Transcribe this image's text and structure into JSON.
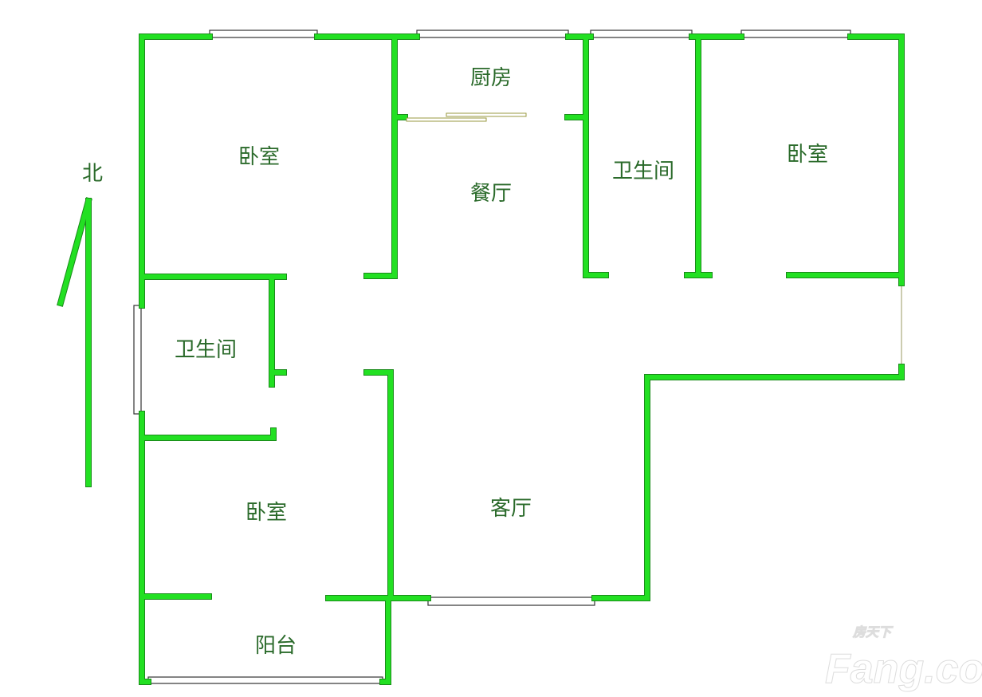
{
  "rooms": {
    "bedroom_nw": "卧室",
    "kitchen": "厨房",
    "dining": "餐厅",
    "bathroom_n": "卫生间",
    "bedroom_ne": "卧室",
    "bathroom_w": "卫生间",
    "bedroom_sw": "卧室",
    "living": "客厅",
    "balcony": "阳台"
  },
  "compass": {
    "north": "北"
  },
  "watermark": {
    "brand": "Fang.com",
    "chinese": "房天下"
  },
  "colors": {
    "wall": "#22e022",
    "label": "#2a6a2a"
  }
}
